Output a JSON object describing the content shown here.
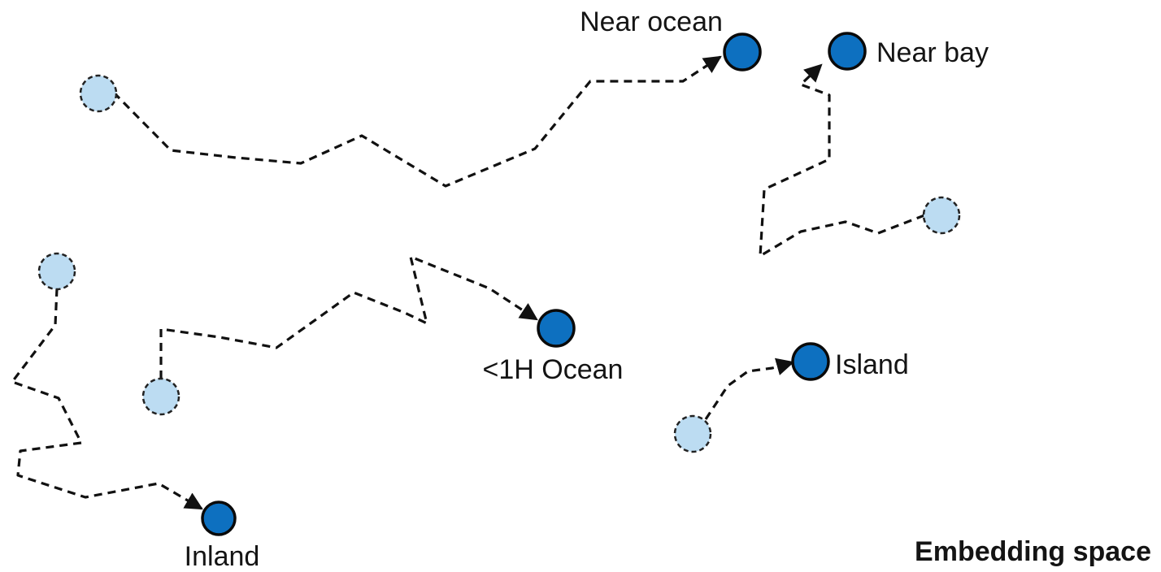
{
  "diagram": {
    "caption": "Embedding space",
    "colors": {
      "start_fill": "#bcdcf2",
      "end_fill": "#0d70c0",
      "stroke": "#111111",
      "background": "#ffffff"
    },
    "categories": [
      {
        "id": "near-ocean",
        "label": "Near ocean"
      },
      {
        "id": "near-bay",
        "label": "Near bay"
      },
      {
        "id": "lt1h-ocean",
        "label": "<1H Ocean"
      },
      {
        "id": "island",
        "label": "Island"
      },
      {
        "id": "inland",
        "label": "Inland"
      }
    ]
  }
}
